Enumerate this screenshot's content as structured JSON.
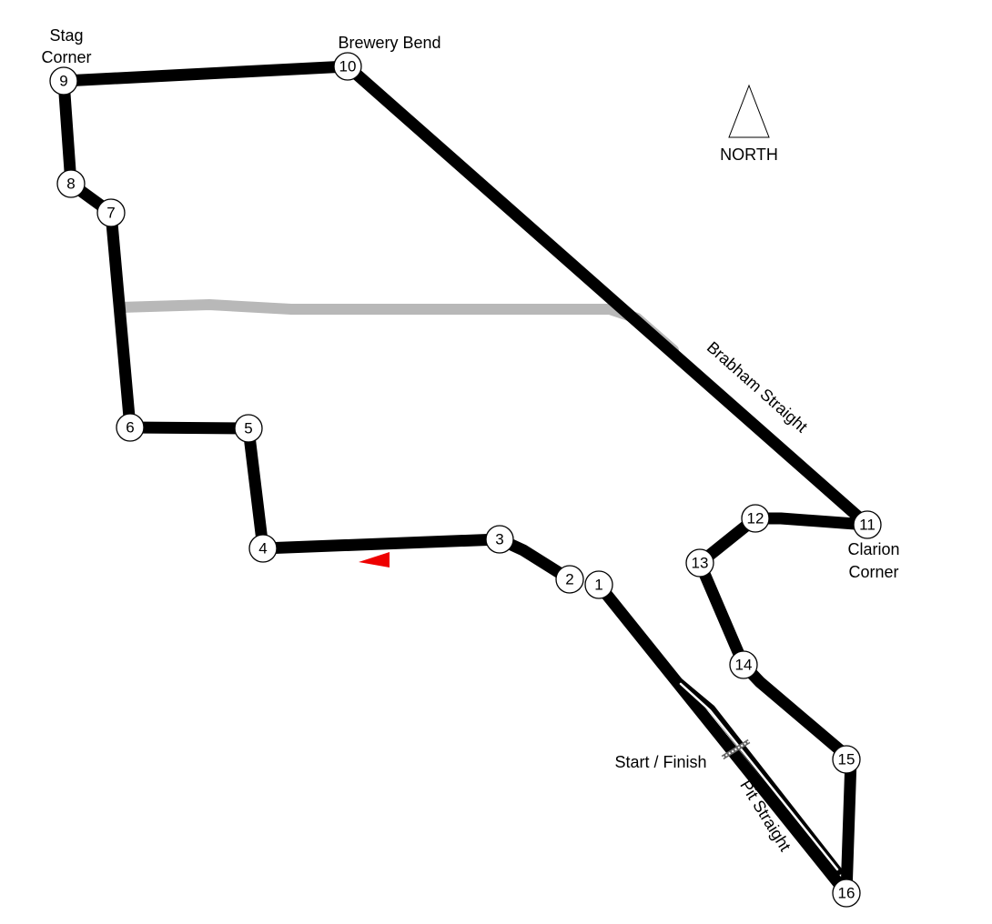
{
  "circuit": {
    "track_color": "#000000",
    "shortcut_color": "#b8b8b8",
    "direction_arrow_color": "#ee0000",
    "corners": [
      "1",
      "2",
      "3",
      "4",
      "5",
      "6",
      "7",
      "8",
      "9",
      "10",
      "11",
      "12",
      "13",
      "14",
      "15",
      "16"
    ]
  },
  "labels": {
    "stag_line1": "Stag",
    "stag_line2": "Corner",
    "brewery_bend": "Brewery Bend",
    "north": "NORTH",
    "brabham_straight": "Brabham Straight",
    "clarion_line1": "Clarion",
    "clarion_line2": "Corner",
    "start_finish": "Start / Finish",
    "pit_straight": "Pit Straight"
  },
  "icons": {
    "north_arrow": "north-arrow-icon",
    "direction_arrow": "direction-arrow-icon",
    "start_finish_line": "checkered-line-icon"
  }
}
